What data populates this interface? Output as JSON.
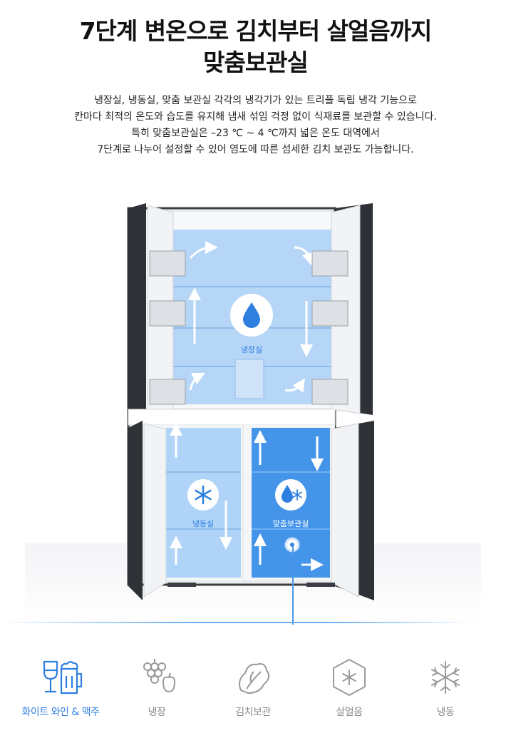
{
  "headline": {
    "line1": "7단계 변온으로 김치부터 살얼음까지",
    "line2": "맞춤보관실"
  },
  "description": [
    "냉장실, 냉동실, 맞춤 보관실 각각의 냉각기가 있는 트리플 독립 냉각 기능으로",
    "칸마다 최적의 온도와 습도를 유지해 냄새 섞임 걱정 없이 식재료를 보관할 수 있습니다.",
    "특히 맞춤보관실은 –23 ℃ ~ 4 ℃까지 넓은 온도 대역에서",
    "7단계로 나누어 설정할 수 있어 염도에 따른 섬세한 김치 보관도 가능합니다."
  ],
  "compartments": {
    "fridge": {
      "label": "냉장실",
      "icon": "water-drop-icon"
    },
    "freezer": {
      "label": "냉동실",
      "icon": "snowflake-icon"
    },
    "custom": {
      "label": "맞춤보관실",
      "icon": "drop-snowflake-icon"
    }
  },
  "modes": [
    {
      "label": "화이트 와인 & 맥주",
      "icon": "wine-beer-icon",
      "active": true
    },
    {
      "label": "냉장",
      "icon": "grapes-apple-icon",
      "active": false
    },
    {
      "label": "김치보관",
      "icon": "cabbage-icon",
      "active": false
    },
    {
      "label": "살얼음",
      "icon": "ice-cube-icon",
      "active": false
    },
    {
      "label": "냉동",
      "icon": "snowflake-icon",
      "active": false
    }
  ],
  "colors": {
    "accent": "#2f7fe0",
    "fridge_zone": "#a9d0f6",
    "custom_zone": "#3a8ee8",
    "mode_inactive": "#8a8a8a"
  }
}
